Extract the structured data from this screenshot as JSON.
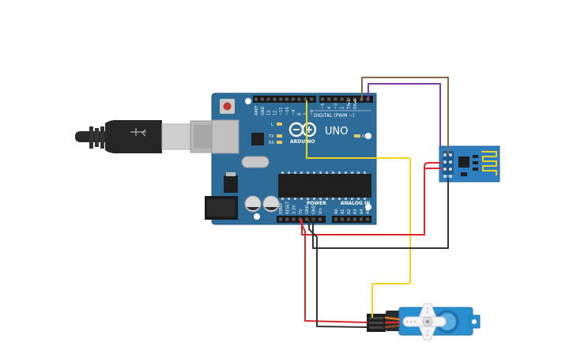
{
  "arduino": {
    "brand": "ARDUINO",
    "model": "UNO",
    "digital_header": "DIGITAL (PWM ~)",
    "power_header": "POWER",
    "analog_header": "ANALOG IN",
    "on_label": "ON",
    "l_label": "L",
    "tx_label": "TX",
    "rx_label": "RX",
    "digital_pins": [
      "AREF",
      "GND",
      "13",
      "12",
      "~11",
      "~10",
      "~9",
      "8",
      "7",
      "~6",
      "~5",
      "4",
      "~3",
      "2",
      "TX▸1",
      "RX◂0"
    ],
    "power_pins": [
      "IOREF",
      "RESET",
      "3.3V",
      "5V",
      "GND",
      "GND",
      "Vin"
    ],
    "analog_pins": [
      "A0",
      "A1",
      "A2",
      "A3",
      "A4",
      "A5"
    ]
  },
  "colors": {
    "board": "#2d6b98",
    "wire_red": "#d8282b",
    "wire_black": "#333333",
    "wire_yellow": "#f2d21b",
    "wire_brown": "#8a6a45",
    "wire_purple": "#7a3fa0",
    "servo_body": "#2a8fd0",
    "esp_board": "#2f7fc0"
  }
}
